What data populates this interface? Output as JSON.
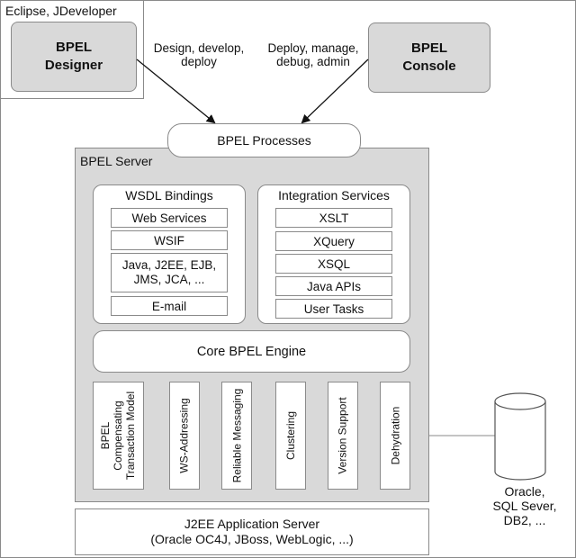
{
  "ide": {
    "caption": "Eclipse, JDeveloper"
  },
  "designer": {
    "line1": "BPEL",
    "line2": "Designer"
  },
  "console": {
    "line1": "BPEL",
    "line2": "Console"
  },
  "arrows": {
    "left_line1": "Design, develop,",
    "left_line2": "deploy",
    "right_line1": "Deploy, manage,",
    "right_line2": "debug, admin"
  },
  "processes": {
    "label": "BPEL Processes"
  },
  "server": {
    "label": "BPEL Server"
  },
  "wsdl": {
    "title": "WSDL Bindings",
    "items": [
      "Web Services",
      "WSIF",
      "Java, J2EE, EJB,",
      "JMS, JCA, ...",
      "E-mail"
    ]
  },
  "integration": {
    "title": "Integration Services",
    "items": [
      "XSLT",
      "XQuery",
      "XSQL",
      "Java APIs",
      "User Tasks"
    ]
  },
  "engine": {
    "label": "Core BPEL Engine"
  },
  "columns": {
    "transaction": [
      "BPEL",
      "Compensating",
      "Transaction Model"
    ],
    "ws_addressing": "WS-Addressing",
    "reliable": "Reliable Messaging",
    "clustering": "Clustering",
    "version": "Version Support",
    "dehydration": "Dehydration"
  },
  "database": {
    "line1": "Oracle,",
    "line2": "SQL Sever,",
    "line3": "DB2, ..."
  },
  "appserver": {
    "line1": "J2EE Application Server",
    "line2": "(Oracle OC4J, JBoss, WebLogic, ...)"
  }
}
